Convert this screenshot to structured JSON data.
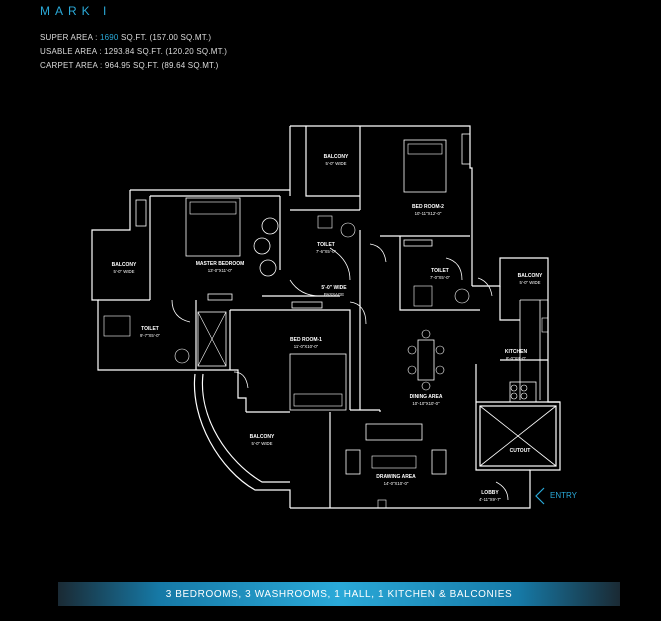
{
  "header": {
    "title": "MARK I",
    "super_area_label": "SUPER AREA : ",
    "super_area_value": "1690",
    "super_area_rest": " SQ.FT. (157.00 SQ.MT.)",
    "usable_area": "USABLE AREA : 1293.84 SQ.FT. (120.20 SQ.MT.)",
    "carpet_area": "CARPET AREA : 964.95 SQ.FT. (89.64 SQ.MT.)"
  },
  "rooms": {
    "balcony_top": {
      "name": "BALCONY",
      "dim": "5'-0\" WIDE"
    },
    "bed_room_2": {
      "name": "BED ROOM-2",
      "dim": "10'-11\"X12'-0\""
    },
    "master_bedroom": {
      "name": "MASTER BEDROOM",
      "dim": "13'-0\"X11'-0\""
    },
    "balcony_left": {
      "name": "BALCONY",
      "dim": "5'-0\" WIDE"
    },
    "toilet_center": {
      "name": "TOILET",
      "dim": "7'-6\"X5'-0\""
    },
    "passage": {
      "name": "5'-0\" WIDE",
      "dim": "PASSAGE"
    },
    "toilet_right": {
      "name": "TOILET",
      "dim": "7'-0\"X5'-0\""
    },
    "balcony_right": {
      "name": "BALCONY",
      "dim": "5'-0\" WIDE"
    },
    "toilet_left": {
      "name": "TOILET",
      "dim": "9'-7\"X5'-0\""
    },
    "bed_room_1": {
      "name": "BED ROOM-1",
      "dim": "11'-0\"X10'-0\""
    },
    "kitchen": {
      "name": "KITCHEN",
      "dim": "8'-0\"X8'-0\""
    },
    "dining_area": {
      "name": "DINING AREA",
      "dim": "10'-10\"X10'-0\""
    },
    "balcony_bottom": {
      "name": "BALCONY",
      "dim": "5'-0\" WIDE"
    },
    "cutout": {
      "name": "CUTOUT",
      "dim": ""
    },
    "drawing_area": {
      "name": "DRAWING AREA",
      "dim": "14'-0\"X10'-0\""
    },
    "lobby": {
      "name": "LOBBY",
      "dim": "4'-11\"X9'-7\""
    }
  },
  "entry_label": "ENTRY",
  "footer": "3 BEDROOMS, 3 WASHROOMS, 1 HALL, 1 KITCHEN & BALCONIES"
}
